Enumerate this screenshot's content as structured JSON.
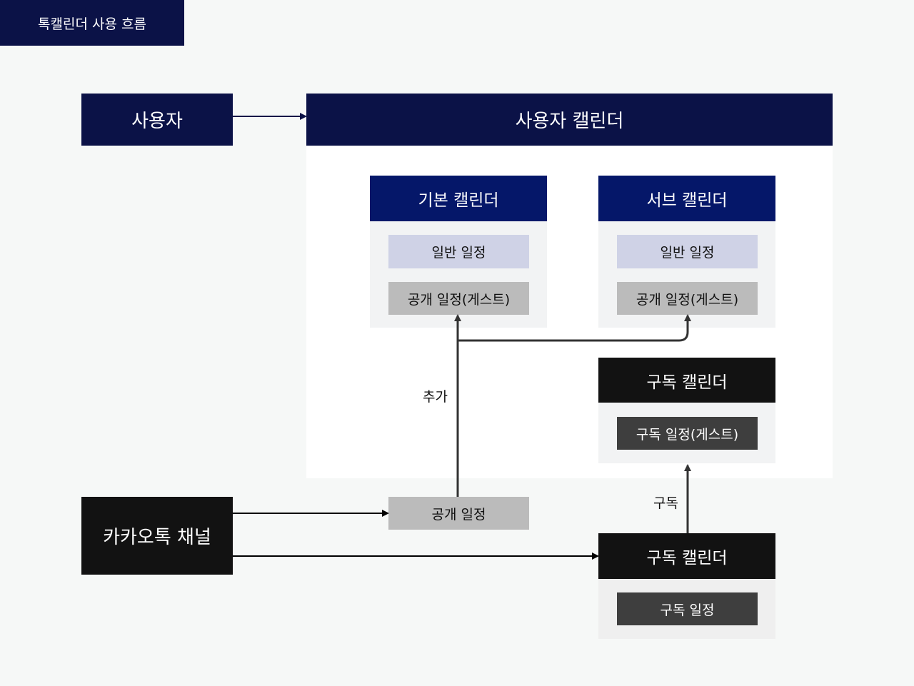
{
  "page": {
    "tab_title": "톡캘린더 사용 흐름"
  },
  "nodes": {
    "user": "사용자",
    "user_calendar": "사용자 캘린더",
    "basic_calendar": {
      "title": "기본 캘린더",
      "item_general": "일반 일정",
      "item_public": "공개 일정(게스트)"
    },
    "sub_calendar": {
      "title": "서브 캘린더",
      "item_general": "일반 일정",
      "item_public": "공개 일정(게스트)"
    },
    "subscribed_calendar_inner": {
      "title": "구독 캘린더",
      "item": "구독 일정(게스트)"
    },
    "kakao_channel": "카카오톡 채널",
    "public_schedule": "공개 일정",
    "subscribed_calendar_channel": {
      "title": "구독 캘린더",
      "item": "구독 일정"
    }
  },
  "edges": {
    "add_label": "추가",
    "subscribe_label": "구독"
  },
  "colors": {
    "navy": "#0b1247",
    "navy_header": "#051769",
    "black": "#121212",
    "arrow": "#333333",
    "user_arrow": "#0b1247"
  }
}
